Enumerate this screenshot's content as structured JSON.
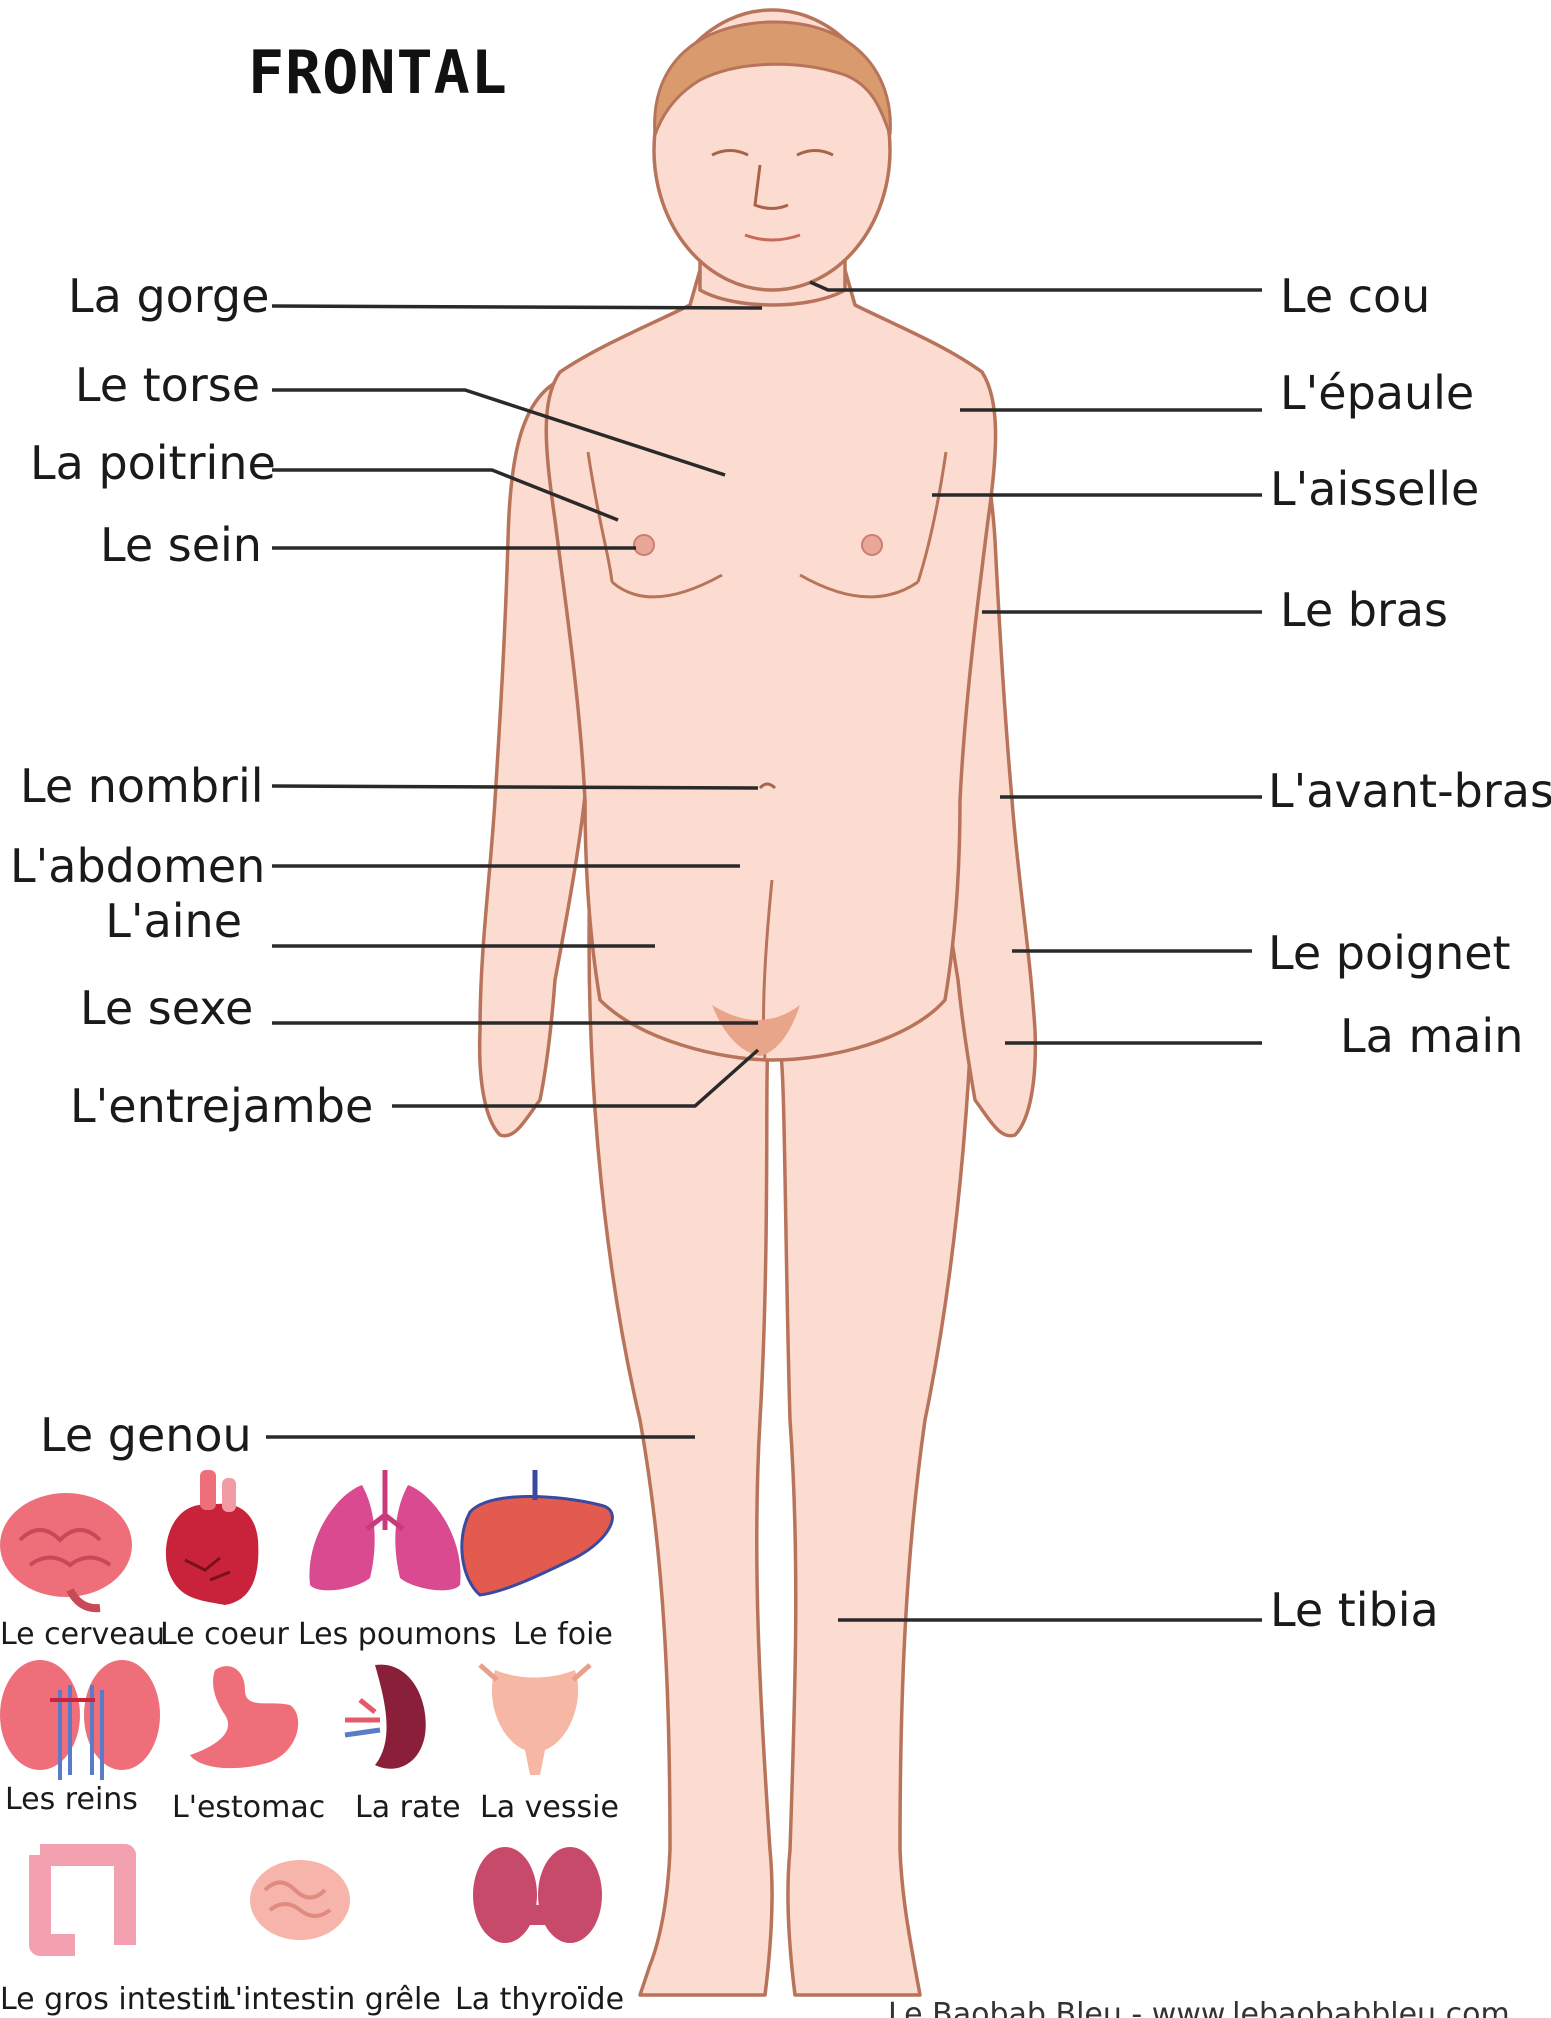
{
  "title": "FRONTAL",
  "labels_left": {
    "gorge": "La gorge",
    "torse": "Le torse",
    "poitrine": "La poitrine",
    "sein": "Le sein",
    "nombril": "Le nombril",
    "abdomen": "L'abdomen",
    "aine": "L'aine",
    "sexe": "Le sexe",
    "entrejambe": "L'entrejambe",
    "genou": "Le genou"
  },
  "labels_right": {
    "cou": "Le cou",
    "epaule": "L'épaule",
    "aisselle": "L'aisselle",
    "bras": "Le bras",
    "avant_bras": "L'avant-bras",
    "poignet": "Le poignet",
    "main": "La main",
    "tibia": "Le tibia"
  },
  "organs": {
    "cerveau": "Le cerveau",
    "coeur": "Le coeur",
    "poumons": "Les poumons",
    "foie": "Le foie",
    "reins": "Les reins",
    "estomac": "L'estomac",
    "rate": "La rate",
    "vessie": "La vessie",
    "gros_intestin": "Le gros intestin",
    "intestin_grele": "L'intestin grêle",
    "thyroide": "La thyroïde"
  },
  "footer": "Le Baobab Bleu - www.lebaobabbleu.com",
  "colors": {
    "skin": "#fcdcd0",
    "outline": "#b8745a",
    "hair": "#d99a6e",
    "leader_line": "#2a2a2a",
    "organ_pink": "#ee6f7a",
    "organ_red": "#c8233a"
  }
}
